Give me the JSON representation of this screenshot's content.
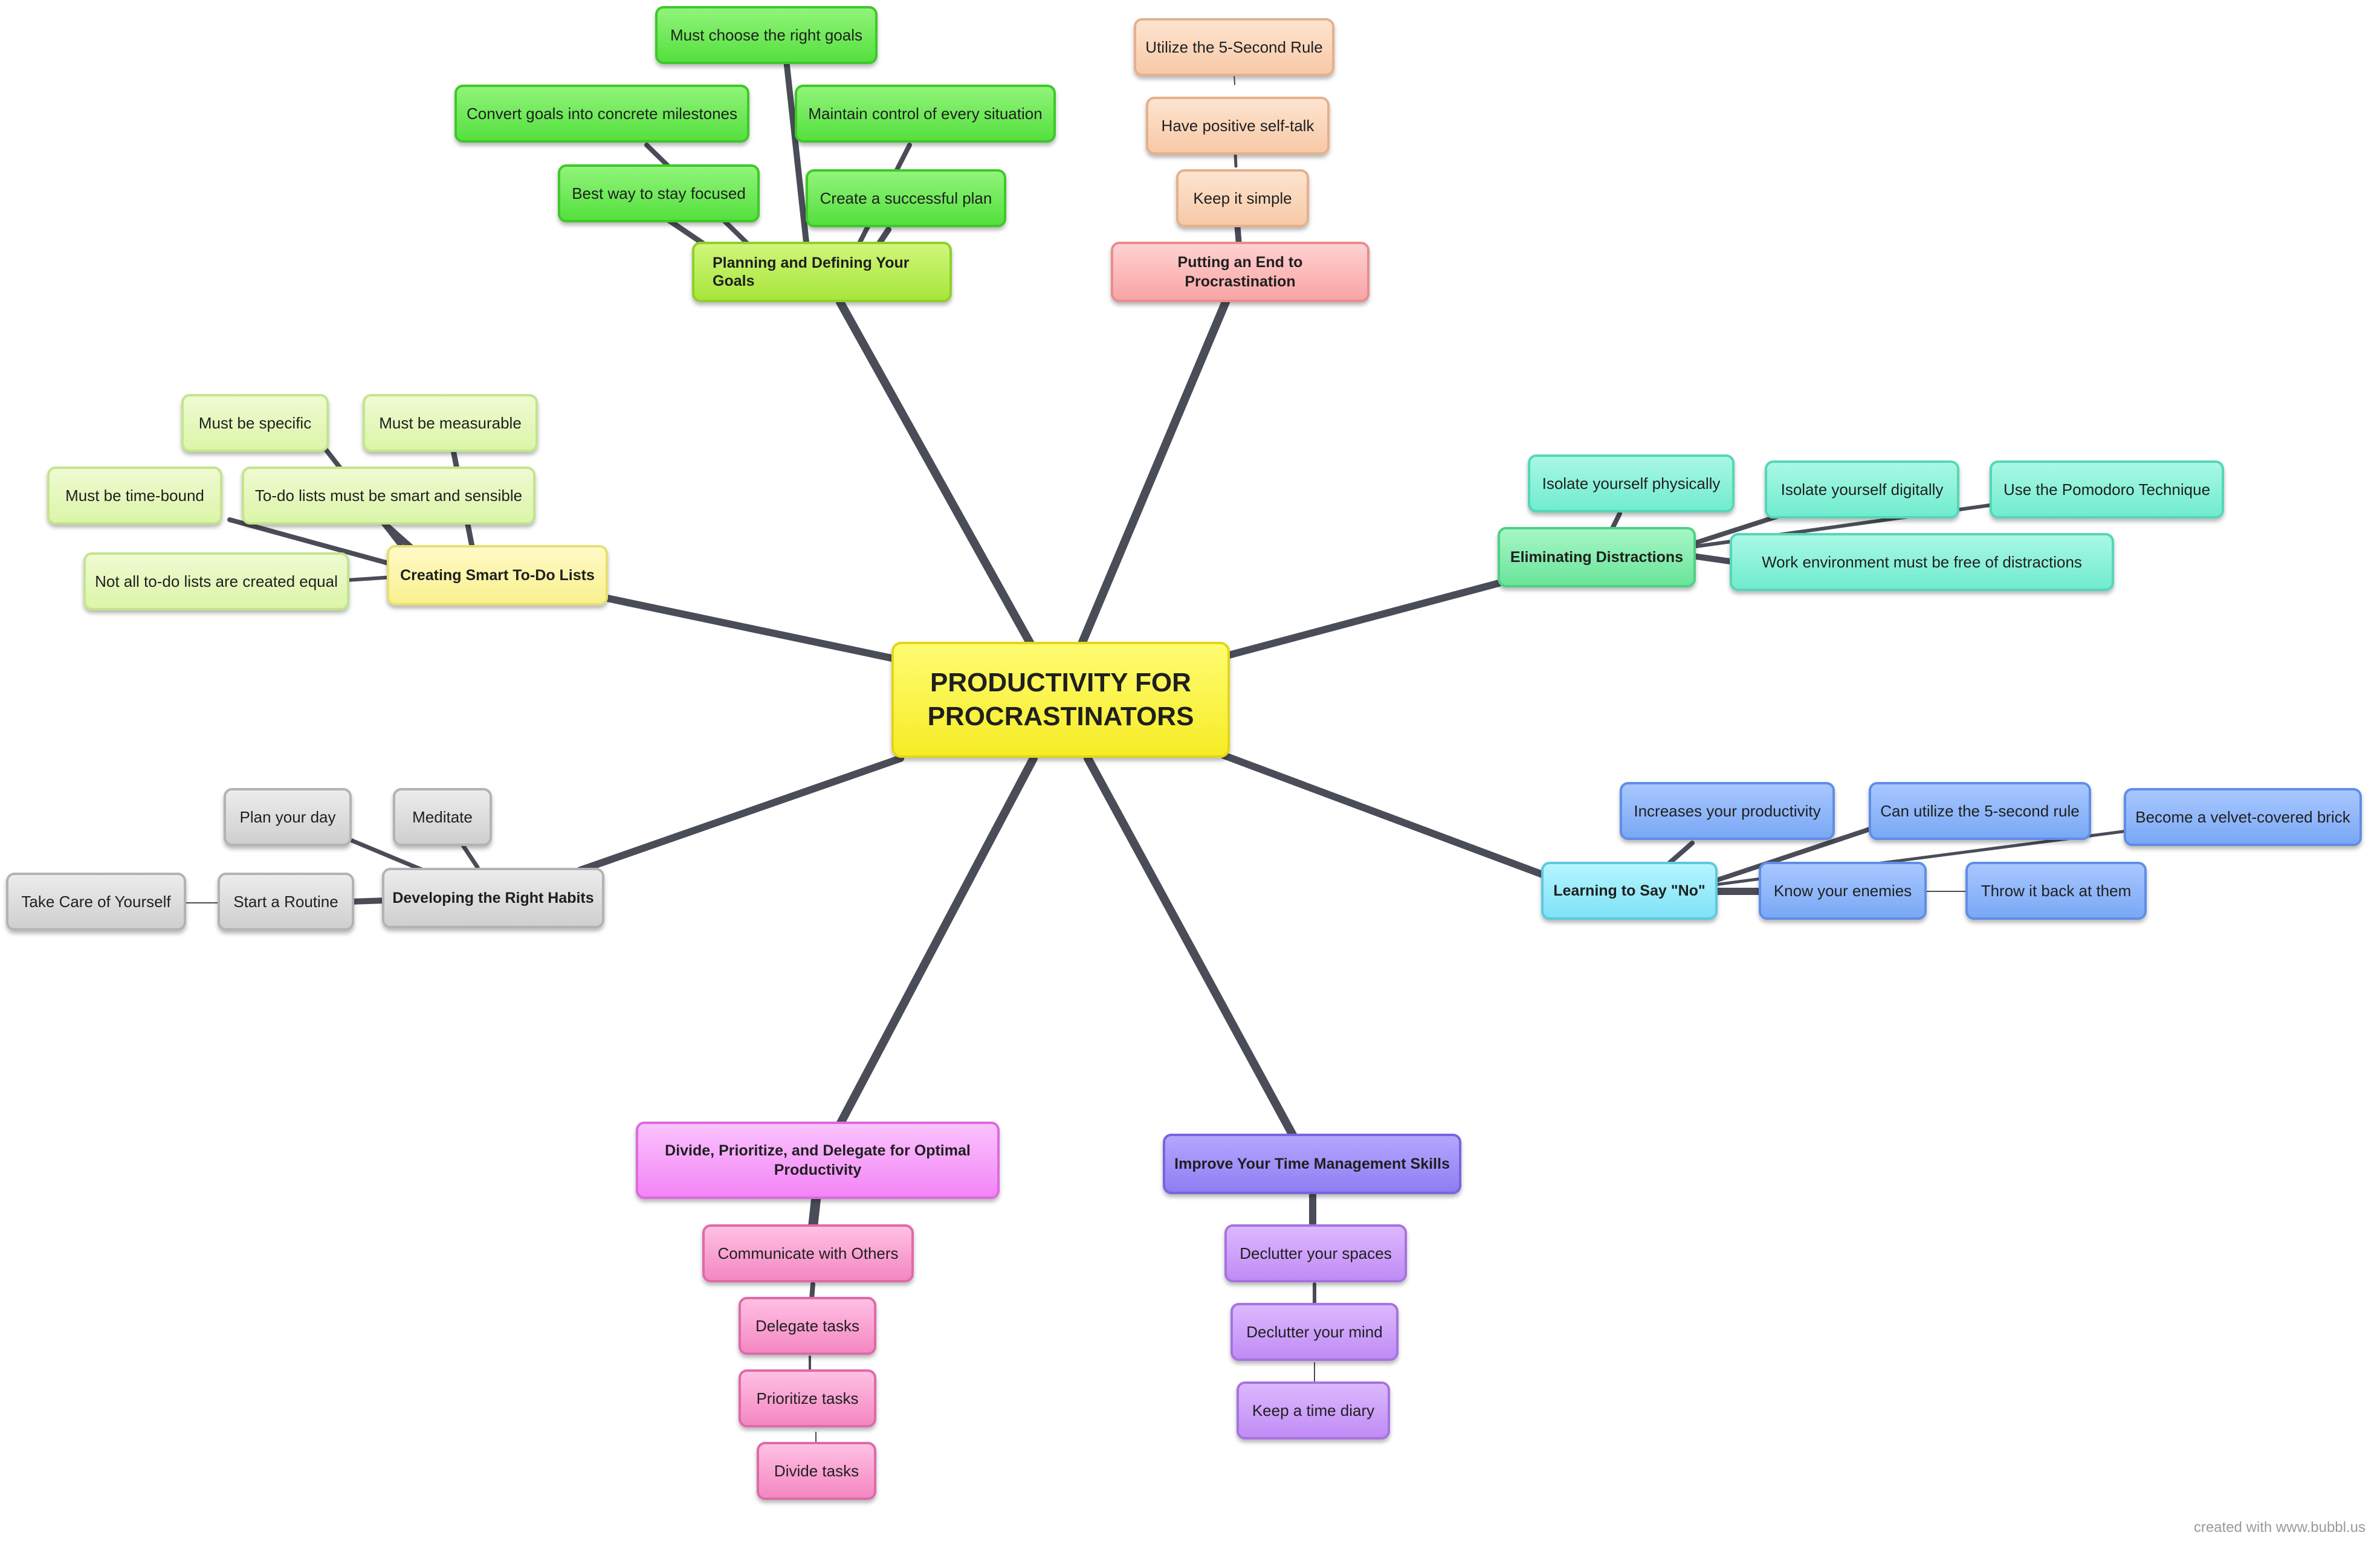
{
  "root": {
    "label": "PRODUCTIVITY FOR\nPROCRASTINATORS"
  },
  "branches": {
    "goals": {
      "title": "Planning and Defining Your Goals",
      "items": [
        "Must choose the right goals",
        "Convert goals into concrete milestones",
        "Maintain control of every situation",
        "Best way to stay focused",
        "Create a successful plan"
      ]
    },
    "procrastination": {
      "title": "Putting an End to Procrastination",
      "items": [
        "Utilize the 5-Second Rule",
        "Have positive self-talk",
        "Keep it simple"
      ]
    },
    "todo": {
      "title": "Creating Smart To-Do Lists",
      "items": [
        "Must be specific",
        "Must be measurable",
        "Must be time-bound",
        "To-do lists must be smart and sensible",
        "Not all to-do lists are created equal"
      ]
    },
    "distractions": {
      "title": "Eliminating Distractions",
      "items": [
        "Isolate yourself physically",
        "Isolate yourself digitally",
        "Use the Pomodoro Technique",
        "Work environment must be free of distractions"
      ]
    },
    "habits": {
      "title": "Developing the Right Habits",
      "items": [
        "Plan your day",
        "Meditate",
        "Take Care of Yourself",
        "Start a Routine"
      ]
    },
    "no": {
      "title": "Learning to Say \"No\"",
      "items": [
        "Increases your productivity",
        "Can utilize the 5-second rule",
        "Become a velvet-covered brick",
        "Know your enemies",
        "Throw it back at them"
      ]
    },
    "divide": {
      "title": "Divide, Prioritize, and Delegate for Optimal Productivity",
      "items": [
        "Communicate with Others",
        "Delegate tasks",
        "Prioritize tasks",
        "Divide tasks"
      ]
    },
    "time": {
      "title": "Improve Your Time Management Skills",
      "items": [
        "Declutter your spaces",
        "Declutter your mind",
        "Keep a time diary"
      ]
    }
  },
  "credit": "created with www.bubbl.us",
  "colors": {
    "connector": "#4a4d58",
    "root": "#f6ec25",
    "goals": "#55e03e",
    "procrastination": "#f9a4a4",
    "todo": "#f9f08e",
    "distractions": "#6ae49a",
    "habits": "#cfcfcf",
    "no": "#7ee2f6",
    "divide": "#f284f5",
    "time": "#8e7ef2"
  }
}
